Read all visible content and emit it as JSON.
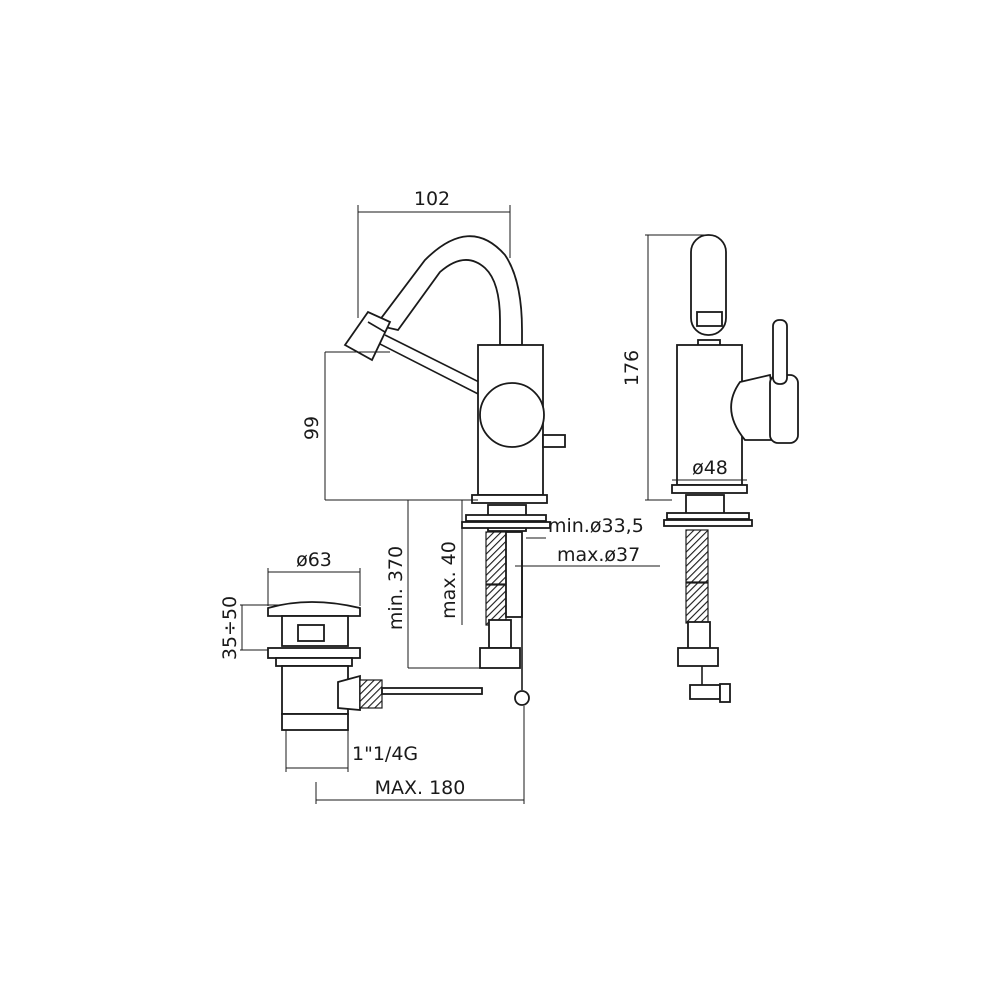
{
  "dimensions": {
    "width_top": "102",
    "height_side": "176",
    "spout_height": "99",
    "body_diameter": "ø48",
    "hole_min": "min.ø33,5",
    "hole_max": "max.ø37",
    "max_deck": "max. 40",
    "min_hose": "min. 370",
    "waste_diameter": "ø63",
    "waste_range": "35÷50",
    "thread": "1\"1/4G",
    "max_reach": "MAX. 180"
  }
}
